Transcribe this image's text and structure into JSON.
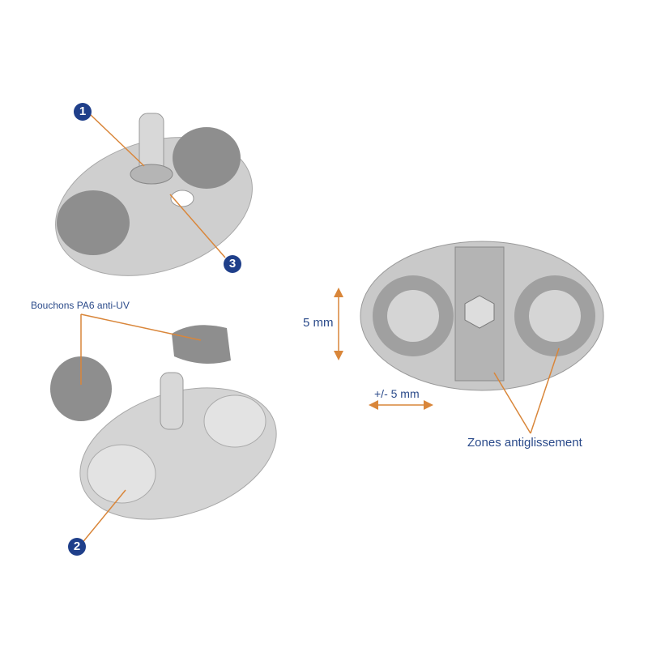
{
  "callouts": [
    "1",
    "2",
    "3"
  ],
  "labels": {
    "caps": "Bouchons PA6 anti-UV",
    "vertical_adjust": "5 mm",
    "horizontal_adjust": "+/- 5 mm",
    "non_slip": "Zones antiglissement"
  },
  "colors": {
    "callout": "#1f3f8a",
    "leader": "#d9863a",
    "text": "#2a4a8a"
  }
}
